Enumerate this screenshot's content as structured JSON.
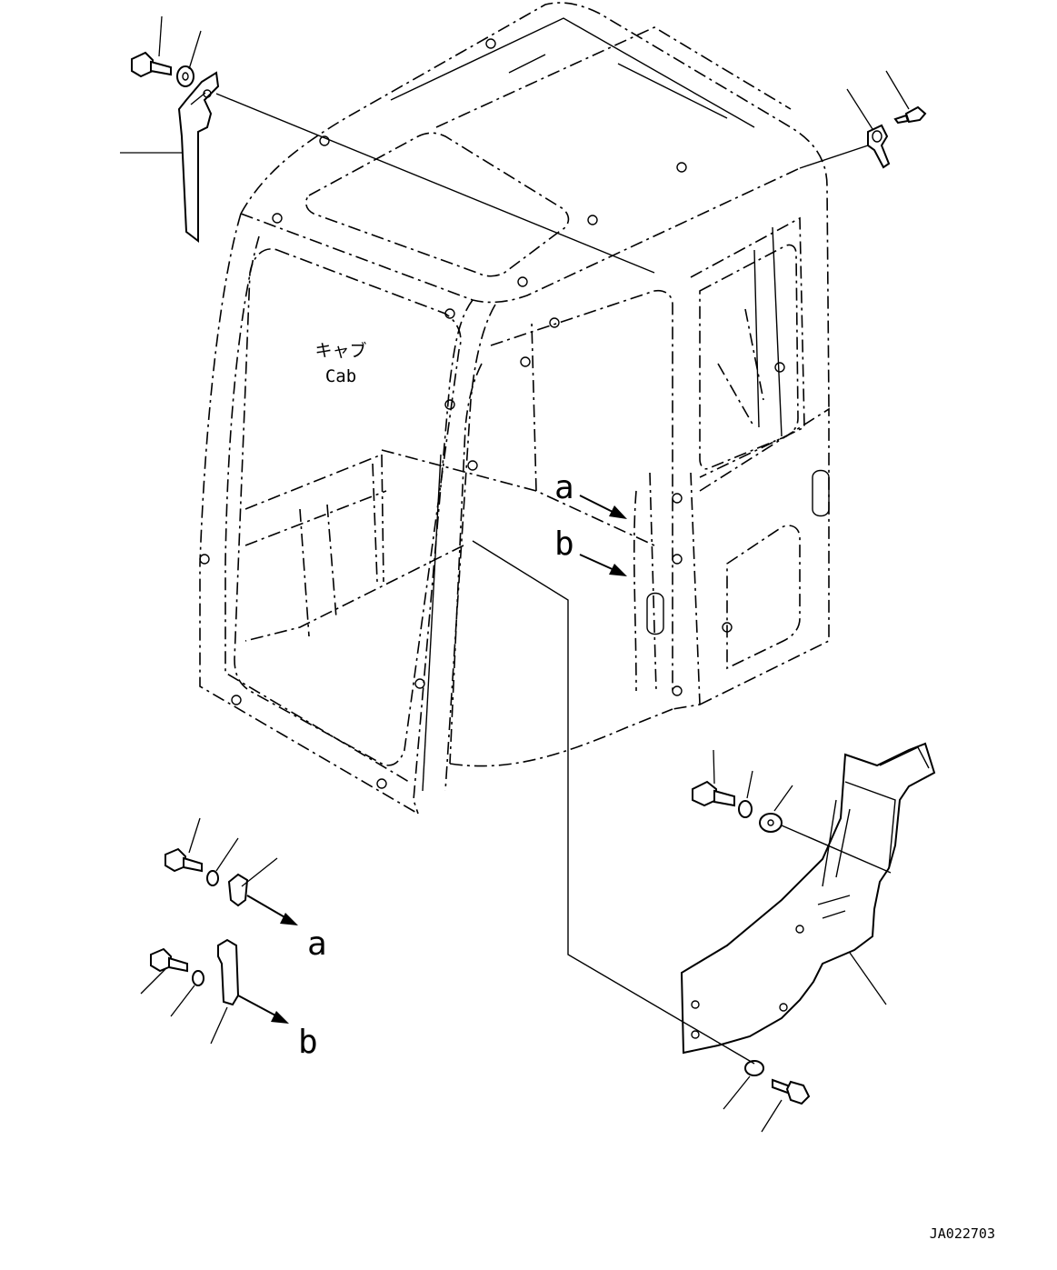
{
  "labels": {
    "cab_jp": "キャブ",
    "cab_en": "Cab",
    "ref_a_target": "a",
    "ref_b_target": "b",
    "ref_a_part": "a",
    "ref_b_part": "b",
    "drawing_no": "JA022703"
  }
}
